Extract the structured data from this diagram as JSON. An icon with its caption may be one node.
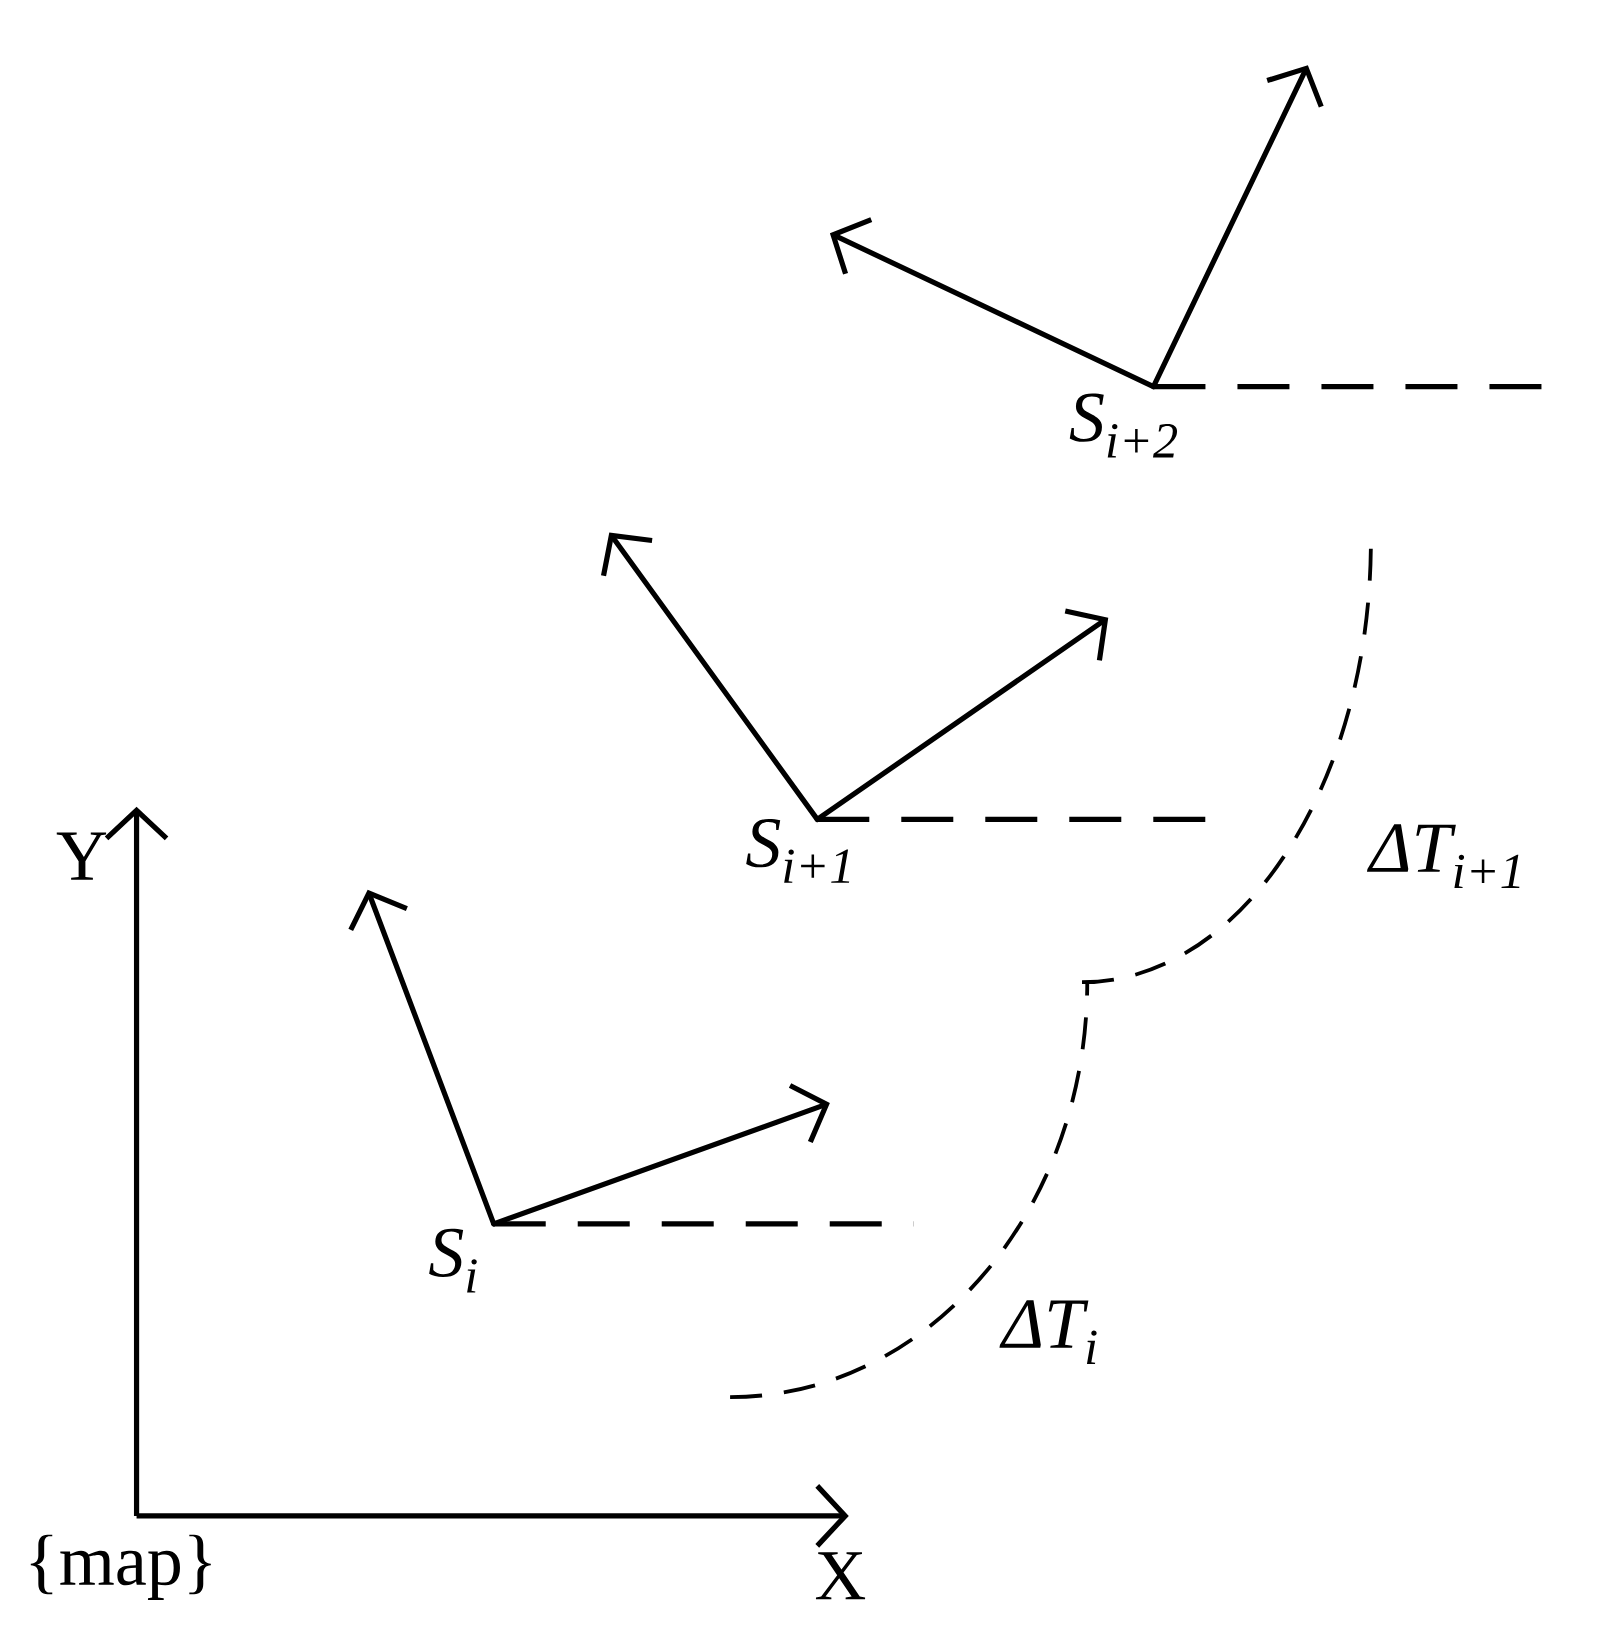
{
  "diagram": {
    "labels": [
      "S$_{i+2}$",
      "S$_{i+1}$",
      "ΔT$_{i+1}$",
      "Y",
      "S$_{i}$",
      "ΔT$_{i}$",
      "{map}",
      "X"
    ]
  }
}
